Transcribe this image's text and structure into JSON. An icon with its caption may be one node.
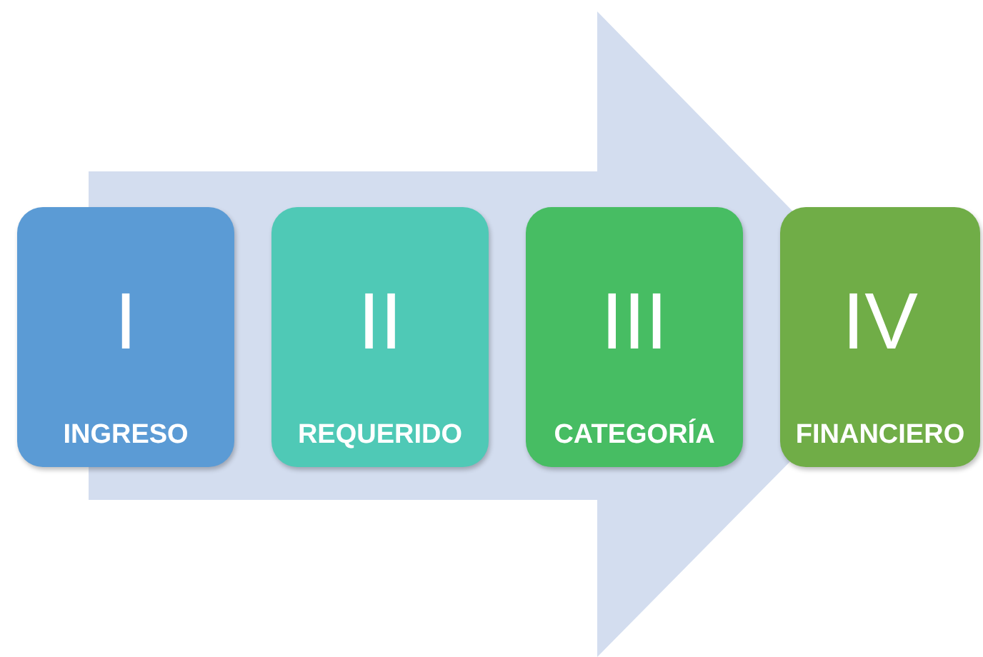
{
  "diagram": {
    "nodes": [
      {
        "text": [
          "I",
          "INGRESO"
        ]
      },
      {
        "text": [
          "II",
          "REQUERIDO"
        ]
      },
      {
        "text": [
          "III",
          "CATEGORÍA"
        ]
      },
      {
        "text": [
          "IV",
          "FINANCIERO"
        ]
      }
    ],
    "edges": [
      {
        "from": 0,
        "to": 3,
        "arrow": "to"
      }
    ]
  }
}
